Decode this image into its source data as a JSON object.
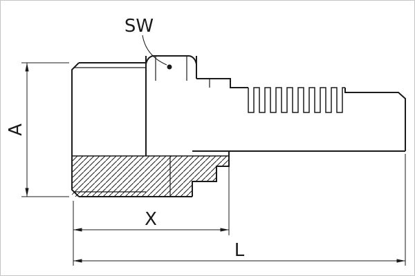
{
  "drawing": {
    "type": "technical-drawing",
    "subject": "hydraulic-hose-fitting-male-stud-half-section",
    "labels": {
      "wrench_size": "SW",
      "outer_diameter": "A",
      "cutoff_length": "X",
      "overall_length": "L"
    },
    "colors": {
      "line": "#1a1a1a",
      "background": "#ffffff"
    }
  }
}
